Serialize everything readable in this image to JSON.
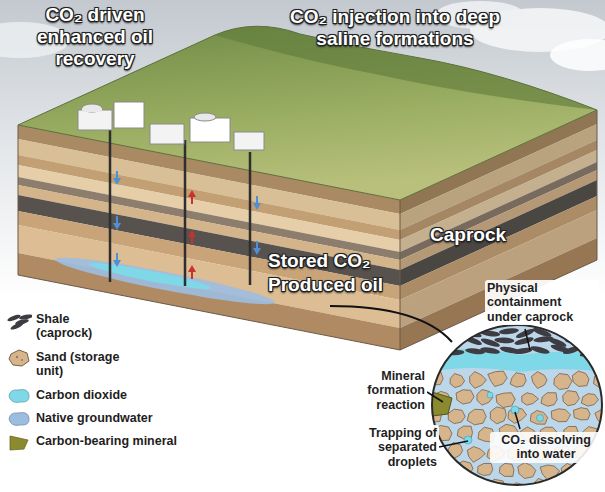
{
  "diagram": {
    "labels": [
      "CO₂ driven enhanced oil recovery",
      "CO₂ injection into deep saline formations",
      "Caprock",
      "Stored CO₂",
      "Produced oil",
      "Physical containment under caprock",
      "Mineral formation reaction",
      "Trapping of separated droplets",
      "CO₂ dissolving into water"
    ],
    "legend": [
      {
        "text": "Shale (caprock)"
      },
      {
        "text": "Sand (storage unit)"
      },
      {
        "text": "Carbon dioxide",
        "color": "#7fd8e8"
      },
      {
        "text": "Native groundwater",
        "color": "#9dbde0"
      },
      {
        "text": "Carbon-bearing mineral",
        "color": "#8c8a2e"
      }
    ]
  }
}
